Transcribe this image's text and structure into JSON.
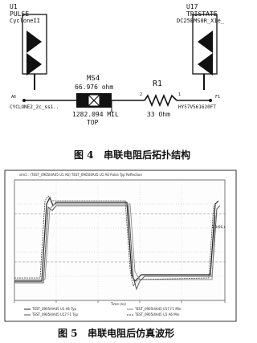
{
  "figure4": {
    "u1": {
      "ref": "U1",
      "model": "PULSE",
      "sub": "CycloneII",
      "pin": "CYCLONE2_2c_ss1..",
      "pin_end": "A6"
    },
    "u17": {
      "ref": "U17",
      "model": "TRISTATE",
      "sub": "DC25EMS0R_X1e_",
      "pin": "HY57V561620FT",
      "pin_end": "F1"
    },
    "ms4": {
      "ref": "MS4",
      "impedance": "66.976 ohm",
      "length": "1282.094 MIL",
      "layer": "TOP"
    },
    "r1": {
      "ref": "R1",
      "value": "33 Ohm",
      "node_left": "2",
      "node_right": "1"
    },
    "caption_num": "图 4",
    "caption_text": "串联电阻后拓扑结构"
  },
  "figure5": {
    "header": "sim1 : (TEST_0905I4A45 U1 A6) TEST_0905I4A45 U1 A6 Pulse Typ Reflection",
    "right_tag": "2.1(66,)",
    "bottom_tag": "Time (ns)",
    "legend": [
      "TEST_0905I4A45 U1 A6 Typ",
      "TEST_0905I4A45 U17 F1 Typ",
      "TEST_0905I4A45 U17 F1 Min",
      "TEST_0905I4A45 U1 A6 Min"
    ],
    "caption_num": "图 5",
    "caption_text": "串联电阻后仿真波形"
  }
}
